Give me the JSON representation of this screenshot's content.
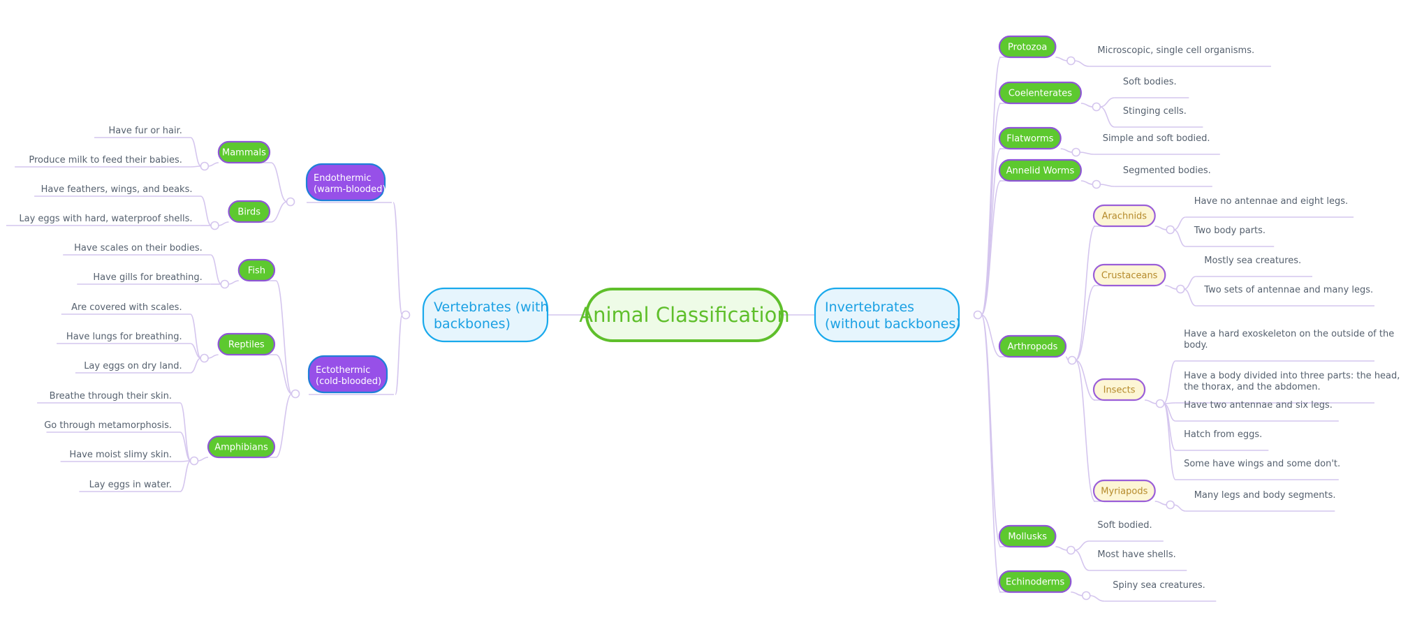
{
  "colors": {
    "line": "#d4c5ee",
    "center_fill": "#eefbe7",
    "center_border": "#5fbf2b",
    "center_text": "#5fbf2b",
    "branch_fill": "#e6f5fd",
    "branch_border": "#19a9ec",
    "branch_text": "#1aa0e3",
    "category_fill": "#9750e8",
    "category_border": "#1f7fd8",
    "group_fill": "#5dc92f",
    "group_border": "#8e55d6",
    "subgroup_fill": "#fdf6d5",
    "subgroup_border": "#9a5ed8",
    "subgroup_text": "#b58a2a",
    "leaf_text": "#55606e"
  },
  "center": {
    "label": "Animal Classification"
  },
  "vertebrates": {
    "label_lines": [
      "Vertebrates (with",
      "backbones)"
    ],
    "categories": [
      {
        "label_lines": [
          "Endothermic",
          "(warm-blooded)"
        ],
        "groups": [
          {
            "label": "Mammals",
            "facts": [
              "Have fur or hair.",
              "Produce milk to feed their babies."
            ]
          },
          {
            "label": "Birds",
            "facts": [
              "Have feathers, wings, and beaks.",
              "Lay eggs with hard, waterproof shells."
            ]
          }
        ]
      },
      {
        "label_lines": [
          "Ectothermic",
          "(cold-blooded)"
        ],
        "groups": [
          {
            "label": "Fish",
            "facts": [
              "Have scales on their bodies.",
              "Have gills for breathing."
            ]
          },
          {
            "label": "Reptiles",
            "facts": [
              "Are covered with scales.",
              "Have lungs for breathing.",
              "Lay eggs on dry land."
            ]
          },
          {
            "label": "Amphibians",
            "facts": [
              "Breathe through their skin.",
              "Go through metamorphosis.",
              "Have moist slimy skin.",
              "Lay eggs in water."
            ]
          }
        ]
      }
    ]
  },
  "invertebrates": {
    "label_lines": [
      "Invertebrates",
      "(without backbones)"
    ],
    "groups": [
      {
        "label": "Protozoa",
        "facts": [
          "Microscopic, single cell organisms."
        ]
      },
      {
        "label": "Coelenterates",
        "facts": [
          "Soft bodies.",
          "Stinging cells."
        ]
      },
      {
        "label": "Flatworms",
        "facts": [
          "Simple and soft bodied."
        ]
      },
      {
        "label": "Annelid Worms",
        "facts": [
          "Segmented bodies."
        ]
      },
      {
        "label": "Arthropods",
        "subgroups": [
          {
            "label": "Arachnids",
            "facts": [
              "Have no antennae and eight legs.",
              "Two body parts."
            ]
          },
          {
            "label": "Crustaceans",
            "facts": [
              "Mostly sea creatures.",
              "Two sets of antennae and many legs."
            ]
          },
          {
            "label": "Insects",
            "facts": [
              [
                "Have a hard exoskeleton on the outside of the",
                "body."
              ],
              [
                "Have a body divided into three parts: the head,",
                "the thorax, and the abdomen."
              ],
              "Have two antennae and six legs.",
              "Hatch from eggs.",
              "Some have wings and some don't."
            ]
          },
          {
            "label": "Myriapods",
            "facts": [
              "Many legs and body segments."
            ]
          }
        ]
      },
      {
        "label": "Mollusks",
        "facts": [
          "Soft bodied.",
          "Most have shells."
        ]
      },
      {
        "label": "Echinoderms",
        "facts": [
          "Spiny sea creatures."
        ]
      }
    ]
  }
}
